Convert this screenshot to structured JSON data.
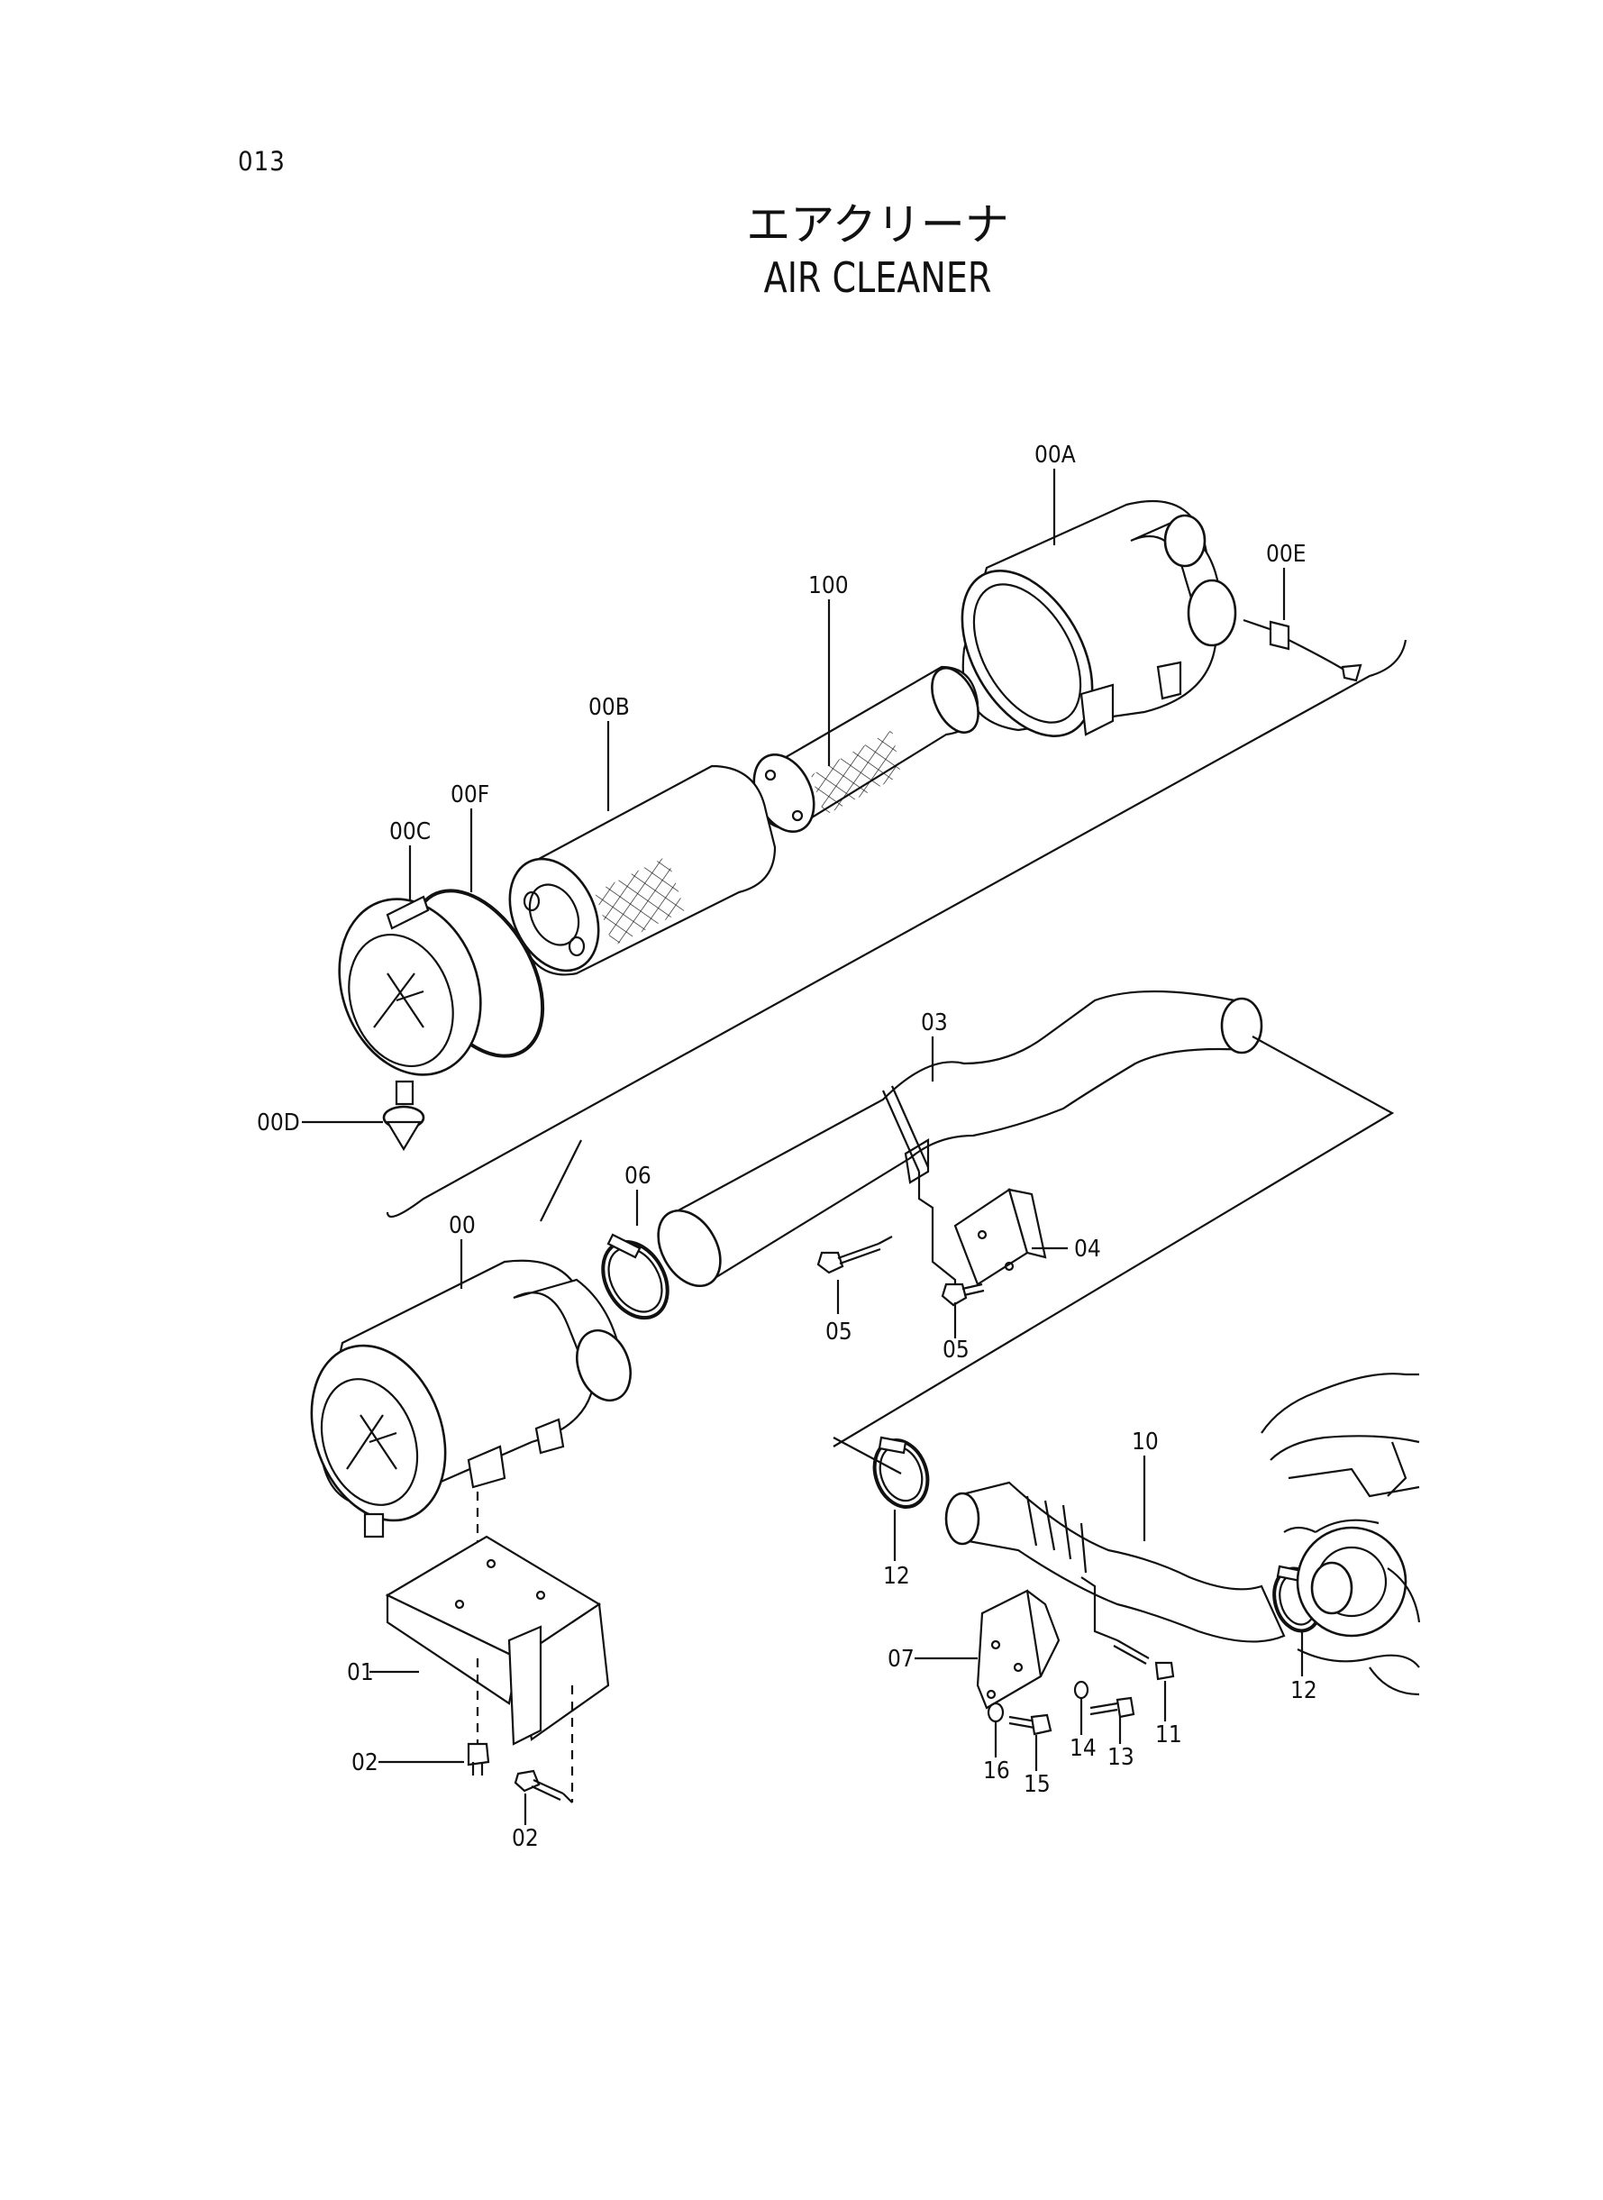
{
  "page_number": "013",
  "title_jp": "エアクリーナ",
  "title_en": "AIR CLEANER",
  "labels": {
    "00A": "00A",
    "00E": "00E",
    "100": "100",
    "00B": "00B",
    "00F": "00F",
    "00C": "00C",
    "00D": "00D",
    "03": "03",
    "06": "06",
    "00": "00",
    "04": "04",
    "05a": "05",
    "05b": "05",
    "01": "01",
    "02a": "02",
    "02b": "02",
    "10": "10",
    "12a": "12",
    "12b": "12",
    "07": "07",
    "11": "11",
    "13": "13",
    "14": "14",
    "15": "15",
    "16": "16"
  }
}
